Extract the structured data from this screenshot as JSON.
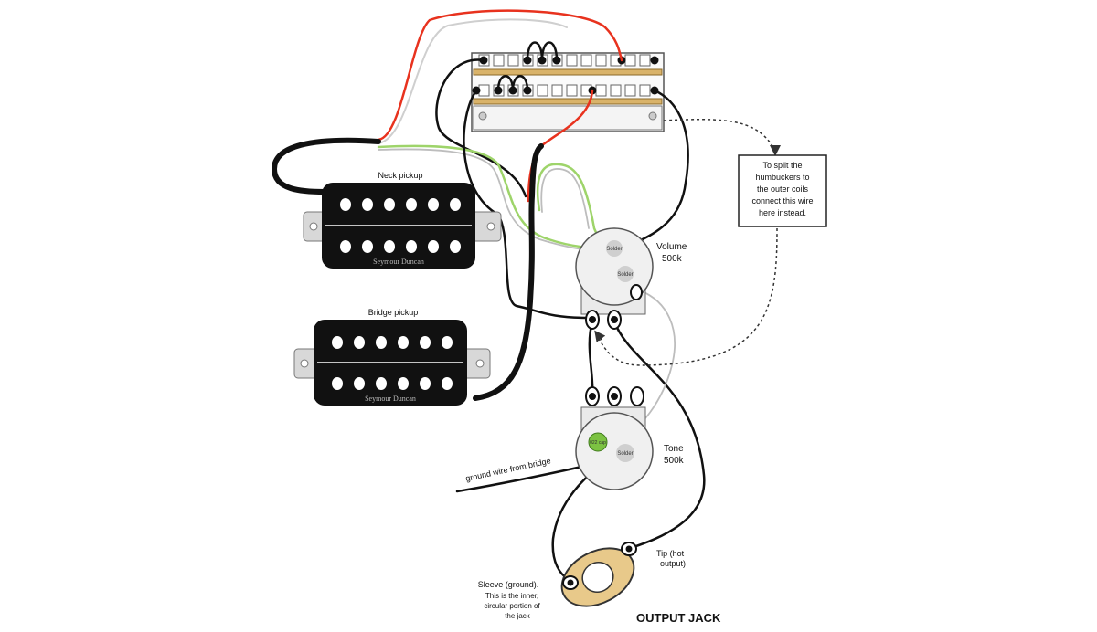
{
  "labels": {
    "neck_pickup": "Neck pickup",
    "bridge_pickup": "Bridge pickup",
    "brand_neck": "Seymour Duncan",
    "brand_bridge": "Seymour Duncan",
    "volume_line1": "Volume",
    "volume_line2": "500k",
    "tone_line1": "Tone",
    "tone_line2": "500k",
    "solder_1": "Solder",
    "solder_2": "Solder",
    "solder_3": "Solder",
    "cap_label": "022 cap",
    "ground_wire": "ground wire from bridge",
    "tip_line1": "Tip (hot",
    "tip_line2": "output)",
    "sleeve_line1": "Sleeve (ground).",
    "sleeve_line2": "This is the inner,",
    "sleeve_line3": "circular portion of",
    "sleeve_line4": "the jack",
    "output_jack": "OUTPUT JACK",
    "note_line1": "To split the",
    "note_line2": "humbuckers to",
    "note_line3": "the outer coils",
    "note_line4": "connect this wire",
    "note_line5": "here instead."
  },
  "colors": {
    "wire_black": "#111111",
    "wire_red": "#e8321e",
    "wire_green": "#9ed46a",
    "pickup_body": "#111111",
    "pickup_pole": "#ffffff",
    "pickup_mount": "#d8d8d8",
    "pot_body": "#f0f0f0",
    "switch_bar": "#d9b36a",
    "cap_green": "#7cc242",
    "jack_ring": "#e8c98a"
  }
}
